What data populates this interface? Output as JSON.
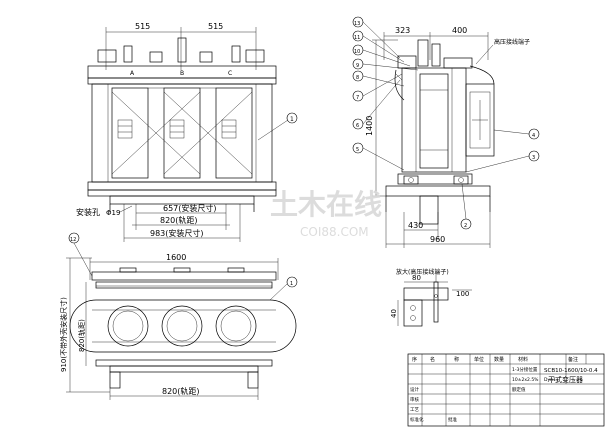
{
  "front_view": {
    "dim_top_left": "515",
    "dim_top_right": "515",
    "dim_657": "657(安装尺寸)",
    "dim_820": "820(轨距)",
    "dim_983": "983(安装尺寸)",
    "hole_label": "安装孔",
    "hole_dia": "Φ19",
    "balloon_1": "1"
  },
  "side_view": {
    "dim_323": "323",
    "dim_400": "400",
    "dim_1400": "1400",
    "dim_430": "430",
    "dim_960": "960",
    "terminal_label": "高压接线端子",
    "detail_label": "放大(高压接线端子)",
    "detail_dim_80": "80",
    "detail_dim_40": "40",
    "detail_dim_100": "100",
    "balloons": [
      "13",
      "11",
      "10",
      "9",
      "8",
      "7",
      "6",
      "5",
      "4",
      "3",
      "2"
    ]
  },
  "plan_view": {
    "dim_1600": "1600",
    "dim_910": "910(不带外壳安装尺寸)",
    "dim_820_vert": "820(轨距)",
    "dim_820_bottom": "820(轨距)",
    "balloon_a": "12",
    "balloon_b": "1"
  },
  "title_block": {
    "title_line1": "SCB10-1600/10-0.4",
    "title_line2": "干式变压器",
    "col_labels": [
      "序",
      "名",
      "称",
      "单位",
      "数量",
      "材料",
      "备注"
    ],
    "spec_line1": "1-3分接位置",
    "spec_line2": "10±2x2.5%",
    "spec_line3": "Dyn11",
    "spec_line4": "额定值",
    "row_labels": [
      "设计",
      "审核",
      "工艺",
      "标准化",
      "批准"
    ]
  },
  "watermark": {
    "main": "土木在线",
    "sub": "COI88.COM"
  }
}
